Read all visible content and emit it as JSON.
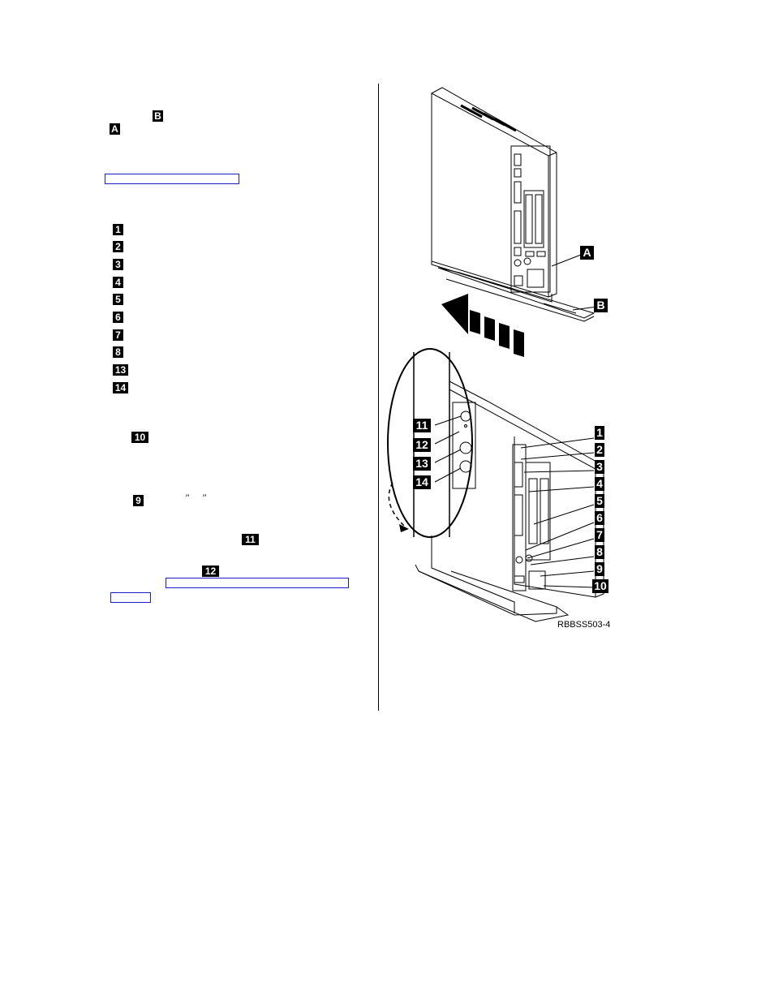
{
  "left_column": {
    "badge_b": "B",
    "badge_a": "A",
    "list_badges": [
      "1",
      "2",
      "3",
      "4",
      "5",
      "6",
      "7",
      "8",
      "13",
      "14"
    ],
    "badge_10": "10",
    "badge_9": "9",
    "quotes": [
      "″",
      "″"
    ],
    "badge_11": "11",
    "badge_12": "12"
  },
  "figure": {
    "callout_a": "A",
    "callout_b": "B",
    "callouts_right": [
      "1",
      "2",
      "3",
      "4",
      "5",
      "6",
      "7",
      "8",
      "9",
      "10"
    ],
    "callouts_left": [
      "11",
      "12",
      "13",
      "14"
    ],
    "figure_id": "RBBSS503-4"
  }
}
